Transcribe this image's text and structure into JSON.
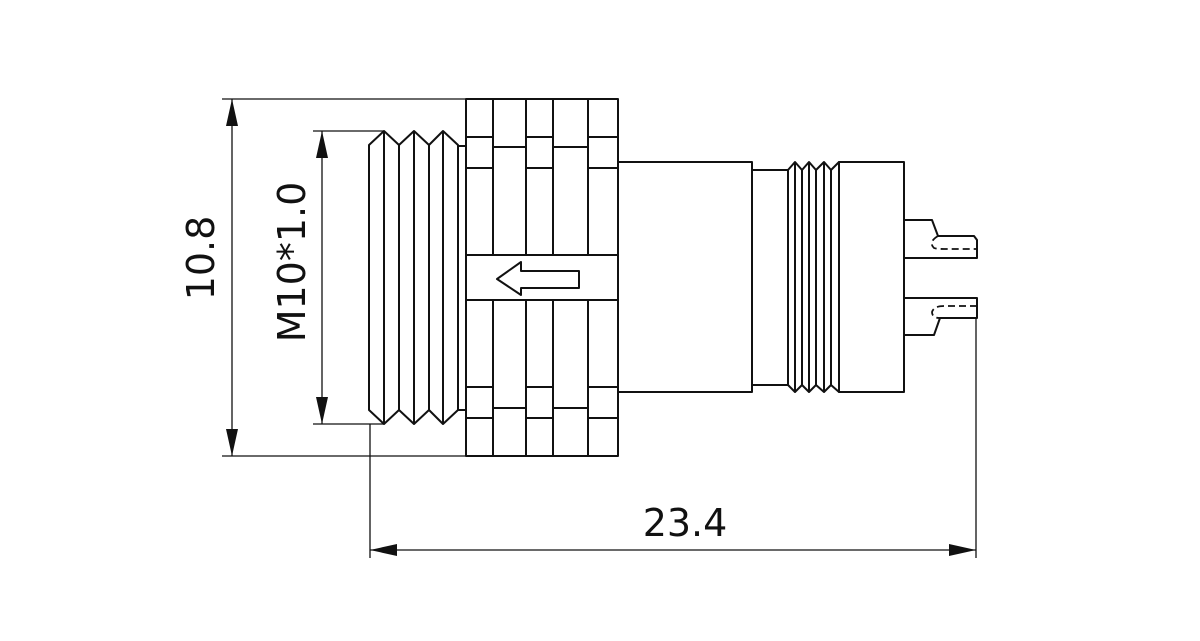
{
  "drawing": {
    "dimensions": {
      "height": "10.8",
      "thread": "M10*1.0",
      "length": "23.4"
    },
    "colors": {
      "line": "#111111",
      "background": "#ffffff"
    }
  }
}
